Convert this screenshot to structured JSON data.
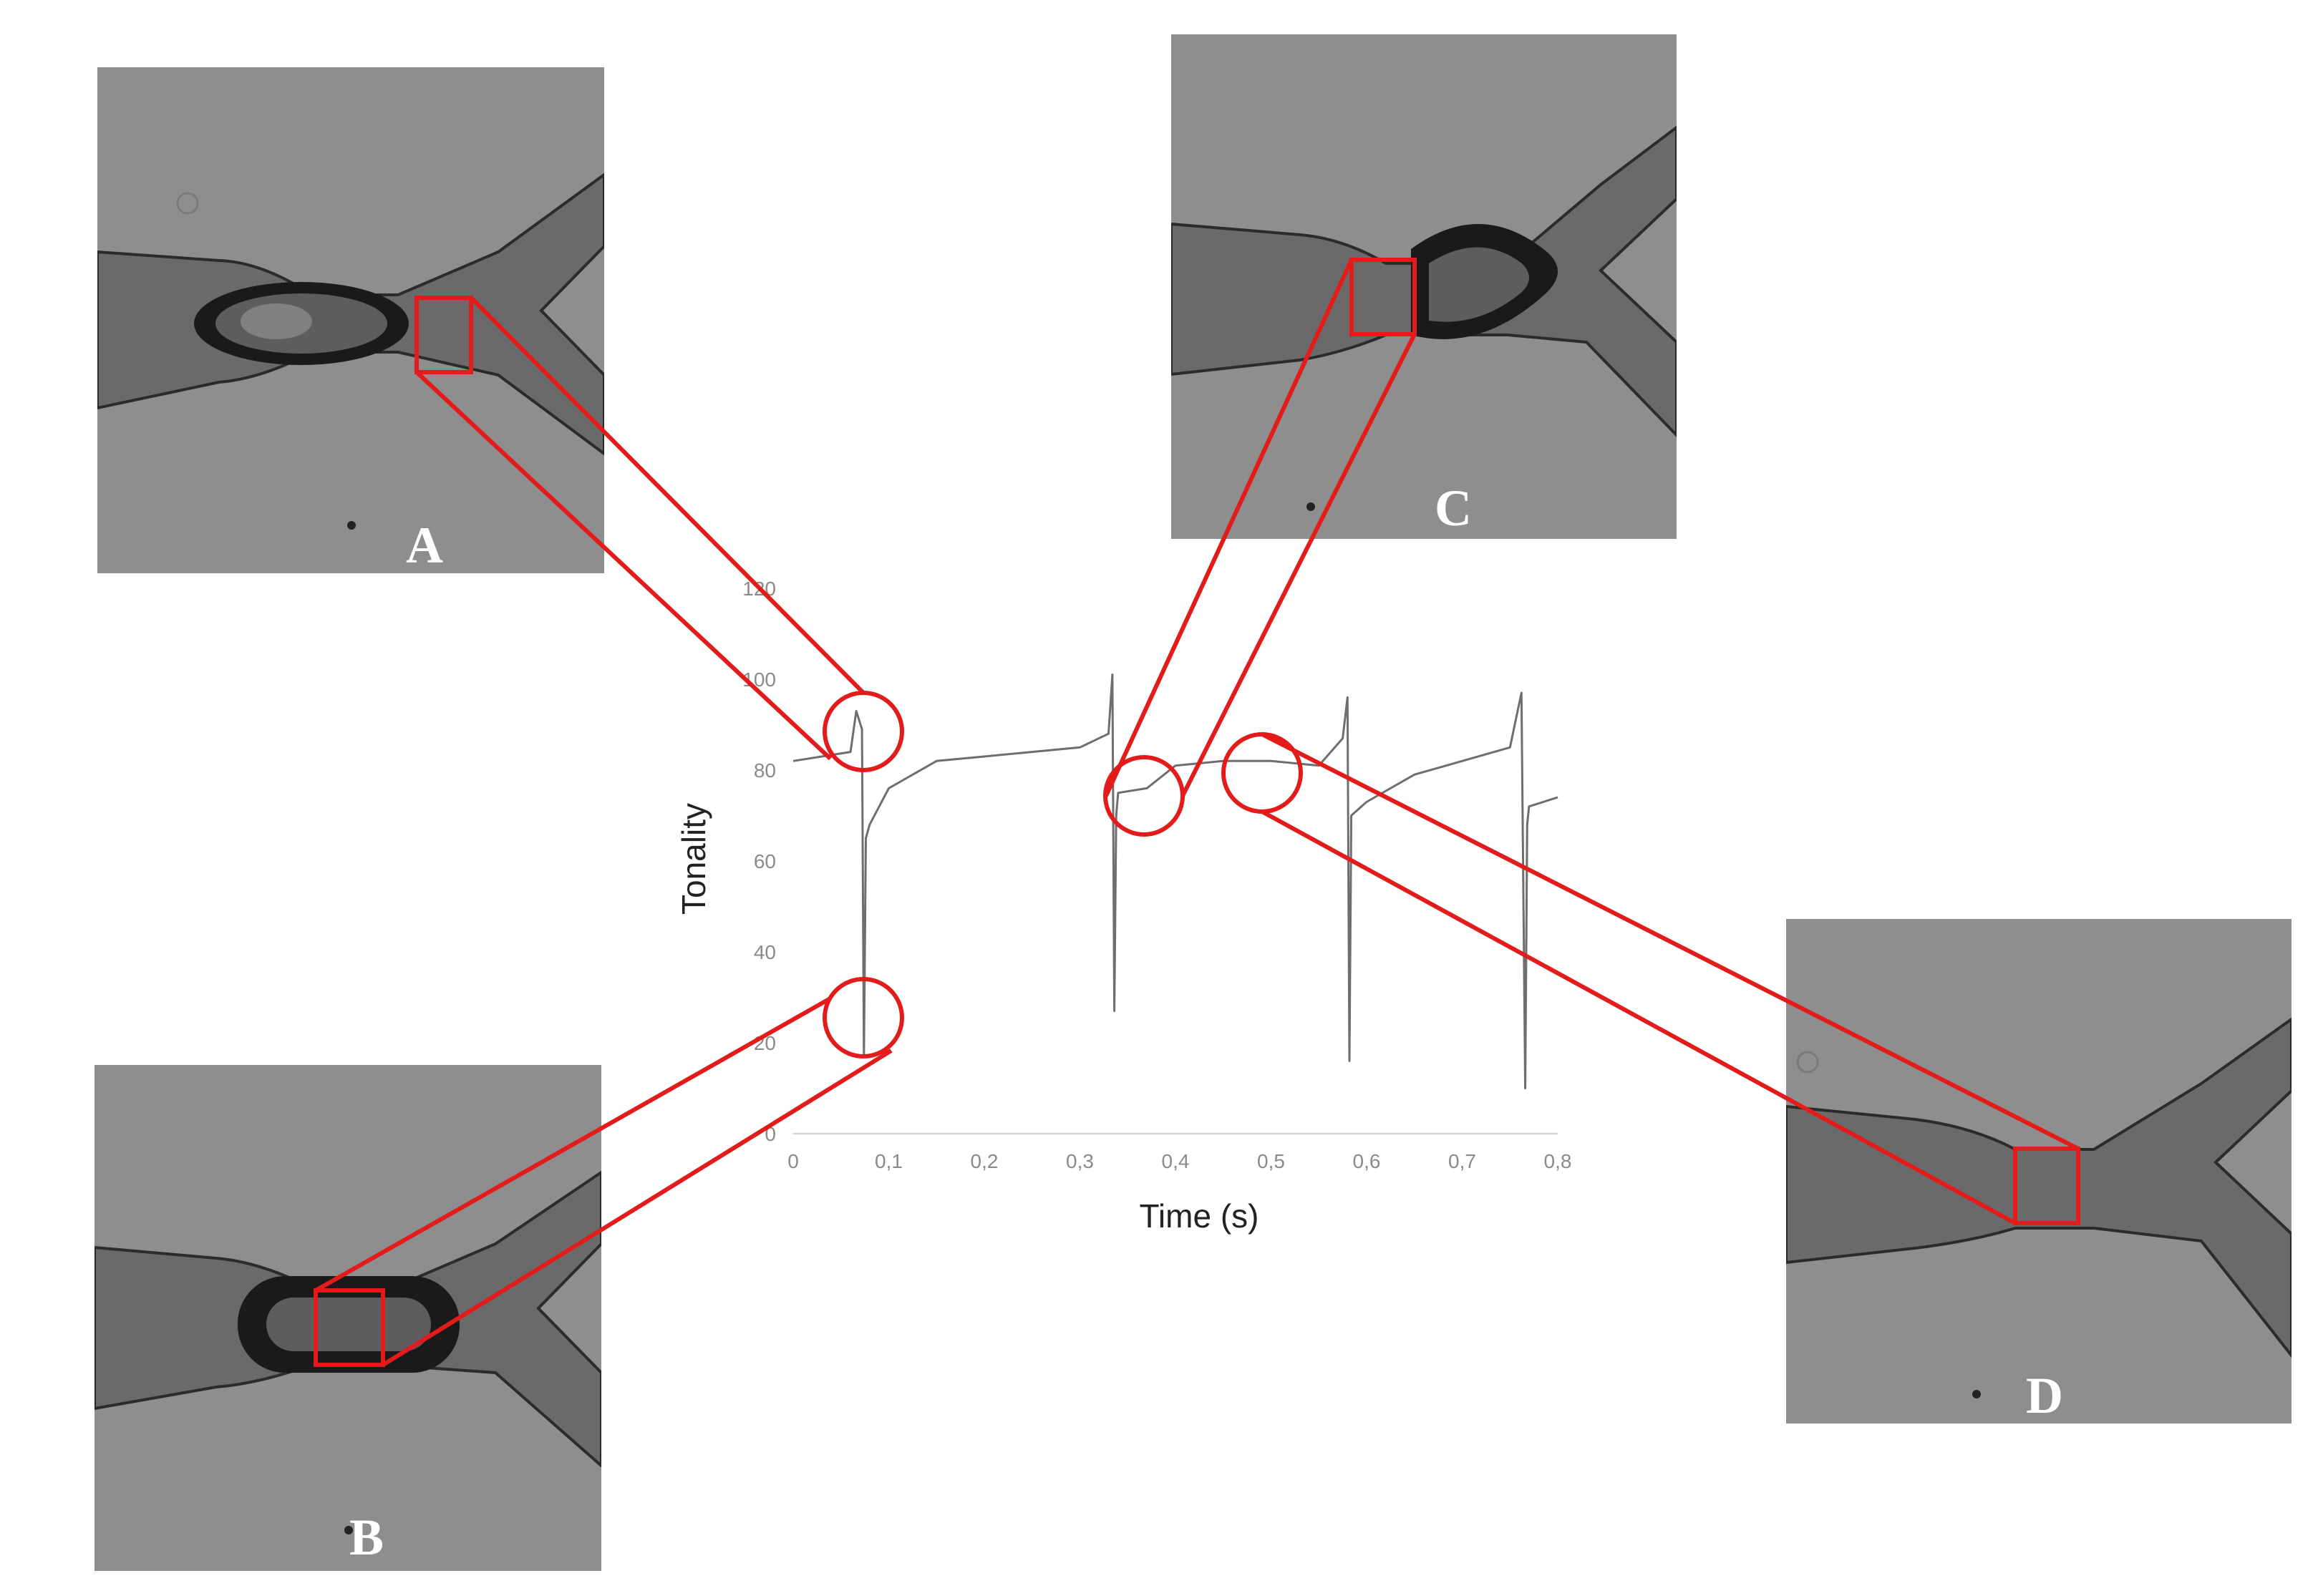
{
  "panels": [
    {
      "id": "A",
      "label": "A"
    },
    {
      "id": "B",
      "label": "B"
    },
    {
      "id": "C",
      "label": "C"
    },
    {
      "id": "D",
      "label": "D"
    }
  ],
  "colors": {
    "highlight": "#e31b1b",
    "trace": "#6e6e6e",
    "channel_bg": "#8e8e8e"
  },
  "chart_data": {
    "type": "line",
    "xlabel": "Time (s)",
    "ylabel": "Tonality",
    "xlim": [
      0,
      0.8
    ],
    "ylim": [
      0,
      120
    ],
    "x_ticks": [
      "0",
      "0,1",
      "0,2",
      "0,3",
      "0,4",
      "0,5",
      "0,6",
      "0,7",
      "0,8"
    ],
    "y_ticks": [
      "0",
      "20",
      "40",
      "60",
      "80",
      "100",
      "120"
    ],
    "series": [
      {
        "x": [
          0.0,
          0.03,
          0.06,
          0.066,
          0.072,
          0.074,
          0.076,
          0.08,
          0.1,
          0.15,
          0.2,
          0.25,
          0.3,
          0.33,
          0.334,
          0.336,
          0.338,
          0.34,
          0.37,
          0.4,
          0.45,
          0.5,
          0.55,
          0.575,
          0.58,
          0.582,
          0.584,
          0.6,
          0.65,
          0.7,
          0.75,
          0.762,
          0.766,
          0.768,
          0.77,
          0.8
        ],
        "y": [
          82,
          83,
          84,
          93,
          89,
          17,
          65,
          68,
          76,
          82,
          83,
          84,
          85,
          88,
          101,
          27,
          70,
          75,
          76,
          81,
          82,
          82,
          81,
          87,
          96,
          16,
          70,
          73,
          79,
          82,
          85,
          97,
          10,
          68,
          72,
          74
        ]
      }
    ],
    "grid": false,
    "legend": "none"
  }
}
